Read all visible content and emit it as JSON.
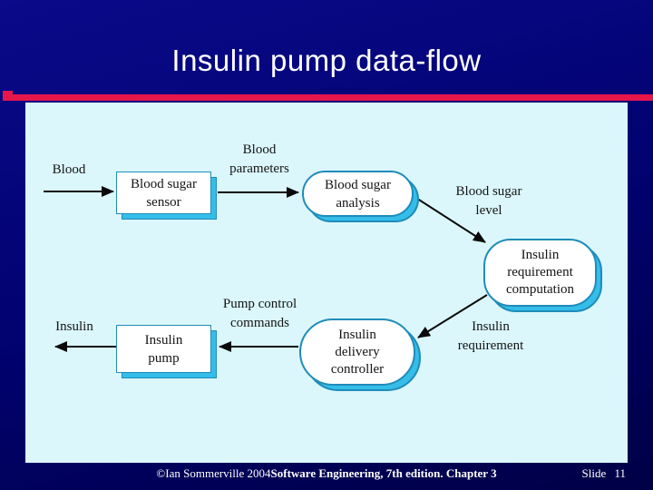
{
  "slide": {
    "title": "Insulin pump data-flow",
    "footer": {
      "copyright_regular": "©Ian Sommerville 2004",
      "copyright_bold": "Software Engineering, 7th edition. Chapter 3",
      "slide_label": "Slide 11"
    },
    "colors": {
      "background_top": "#0a0a8a",
      "background_bottom": "#000046",
      "accent_line": "#e6164a",
      "panel_bg": "#dbf7fb",
      "shape_border": "#1f8cba",
      "shape_shadow": "#35bde9",
      "diagram_text": "#141414"
    }
  },
  "diagram": {
    "nodes": {
      "sensor": {
        "shape": "rect",
        "lines": [
          "Blood sugar",
          "sensor"
        ]
      },
      "analysis": {
        "shape": "stadium",
        "lines": [
          "Blood sugar",
          "analysis"
        ]
      },
      "computation": {
        "shape": "rounded",
        "lines": [
          "Insulin",
          "requirement",
          "computation"
        ]
      },
      "controller": {
        "shape": "stadium",
        "lines": [
          "Insulin",
          "delivery",
          "controller"
        ]
      },
      "pump": {
        "shape": "rect",
        "lines": [
          "Insulin",
          "pump"
        ]
      }
    },
    "labels": {
      "blood": {
        "lines": [
          "Blood"
        ]
      },
      "blood_parameters": {
        "lines": [
          "Blood",
          "parameters"
        ]
      },
      "blood_sugar_level": {
        "lines": [
          "Blood sugar",
          "level"
        ]
      },
      "insulin_requirement": {
        "lines": [
          "Insulin",
          "requirement"
        ]
      },
      "pump_control": {
        "lines": [
          "Pump control",
          "commands"
        ]
      },
      "insulin": {
        "lines": [
          "Insulin"
        ]
      }
    },
    "arrows": [
      {
        "name": "blood-to-sensor",
        "from": "blood input",
        "to": "Blood sugar sensor"
      },
      {
        "name": "sensor-to-analysis",
        "from": "Blood sugar sensor",
        "to": "Blood sugar analysis"
      },
      {
        "name": "analysis-to-computation",
        "from": "Blood sugar analysis",
        "to": "Insulin requirement computation"
      },
      {
        "name": "computation-to-controller",
        "from": "Insulin requirement computation",
        "to": "Insulin delivery controller"
      },
      {
        "name": "controller-to-pump",
        "from": "Insulin delivery controller",
        "to": "Insulin pump"
      },
      {
        "name": "pump-to-insulin",
        "from": "Insulin pump",
        "to": "insulin output"
      }
    ]
  }
}
